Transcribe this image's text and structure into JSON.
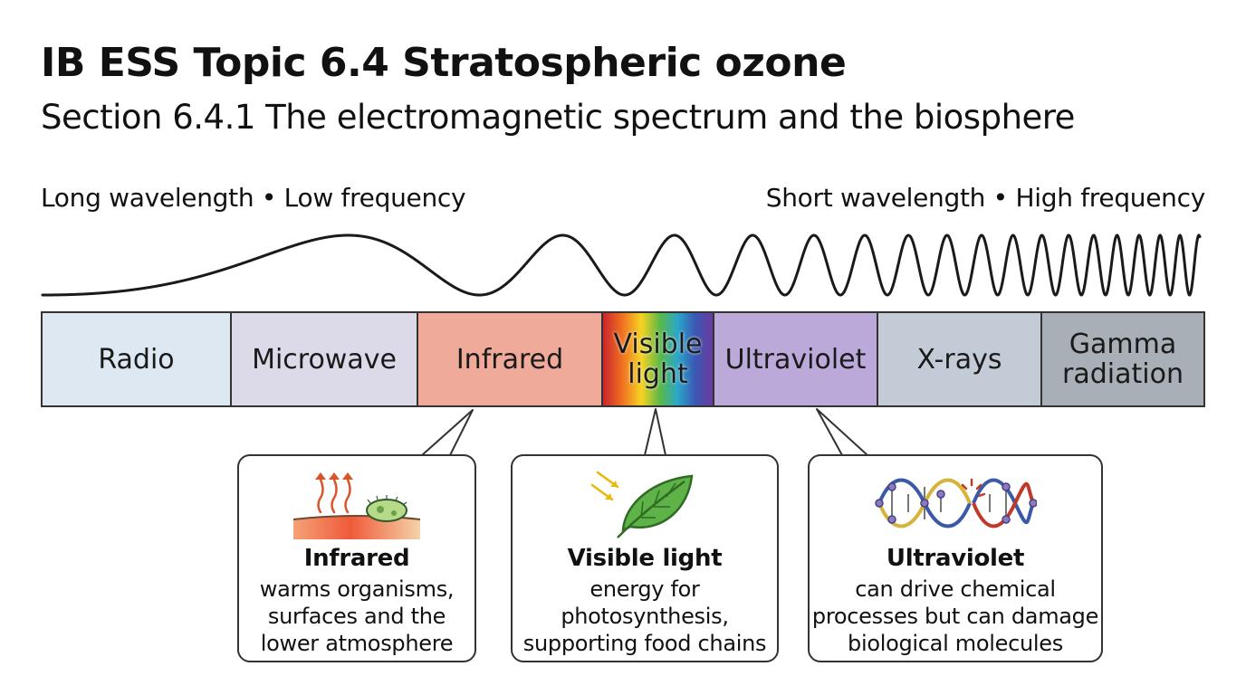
{
  "header": {
    "title": "IB ESS Topic 6.4 Stratospheric ozone",
    "subtitle": "Section 6.4.1 The electromagnetic spectrum and the biosphere"
  },
  "axis": {
    "left_label": "Long wavelength • Low frequency",
    "right_label": "Short wavelength • High frequency"
  },
  "spectrum": [
    {
      "label": "Radio",
      "color": "#dde8f3"
    },
    {
      "label": "Microwave",
      "color": "#dcd9e8"
    },
    {
      "label": "Infrared",
      "color": "#efaa9a"
    },
    {
      "label": "Visible\nlight",
      "color": "rainbow"
    },
    {
      "label": "Ultraviolet",
      "color": "#bba9d9"
    },
    {
      "label": "X-rays",
      "color": "#c3ccd6"
    },
    {
      "label": "Gamma\nradiation",
      "color": "#a8afb6"
    }
  ],
  "callouts": [
    {
      "title": "Infrared",
      "body": "warms organisms,\nsurfaces and the\nlower atmosphere",
      "icon": "heat-organism-icon"
    },
    {
      "title": "Visible light",
      "body": "energy for\nphotosynthesis,\nsupporting food chains",
      "icon": "leaf-icon"
    },
    {
      "title": "Ultraviolet",
      "body": "can drive chemical\nprocesses but can damage\nbiological molecules",
      "icon": "dna-damage-icon"
    }
  ]
}
